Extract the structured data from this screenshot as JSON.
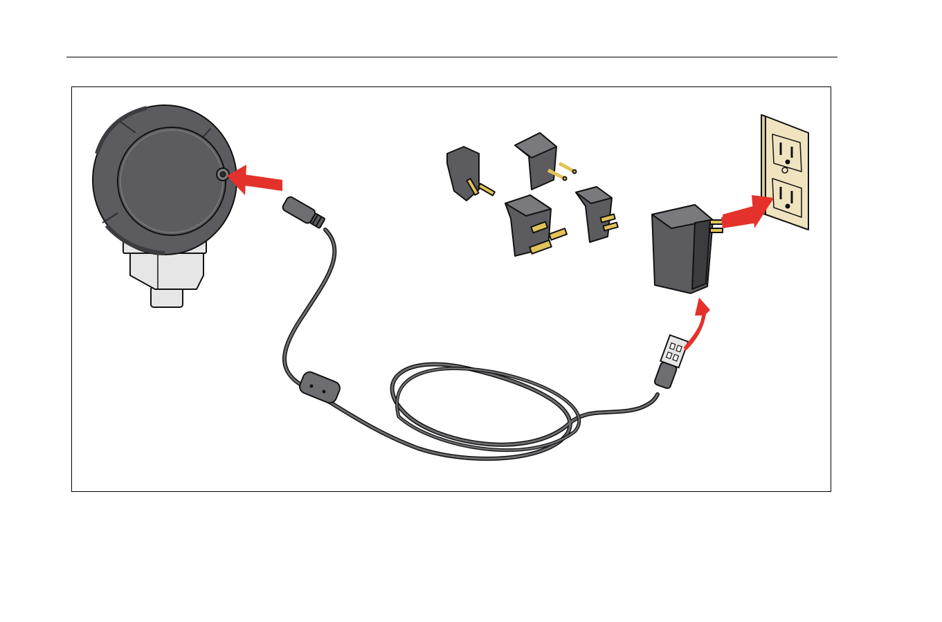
{
  "figure": {
    "components": [
      "pressure-module",
      "dc-barrel-plug",
      "usb-cable",
      "ferrite-choke",
      "usb-a-plug",
      "ac-adapter",
      "plug-adapter-au",
      "plug-adapter-eu",
      "plug-adapter-uk",
      "plug-adapter-us",
      "wall-outlet"
    ],
    "arrows": [
      "plug-into-module-arrow",
      "usb-into-adapter-arrow",
      "adapter-into-outlet-arrow"
    ]
  },
  "colors": {
    "device_gray": "#5c5c60",
    "device_dark": "#3c3c40",
    "device_light": "#7a7a7e",
    "metal_light": "#e6e6e6",
    "cable_gray": "#6e6e72",
    "brass": "#e2c35a",
    "arrow_red": "#e5312b",
    "outlet_cream": "#efe4bf",
    "outline": "#111111"
  }
}
